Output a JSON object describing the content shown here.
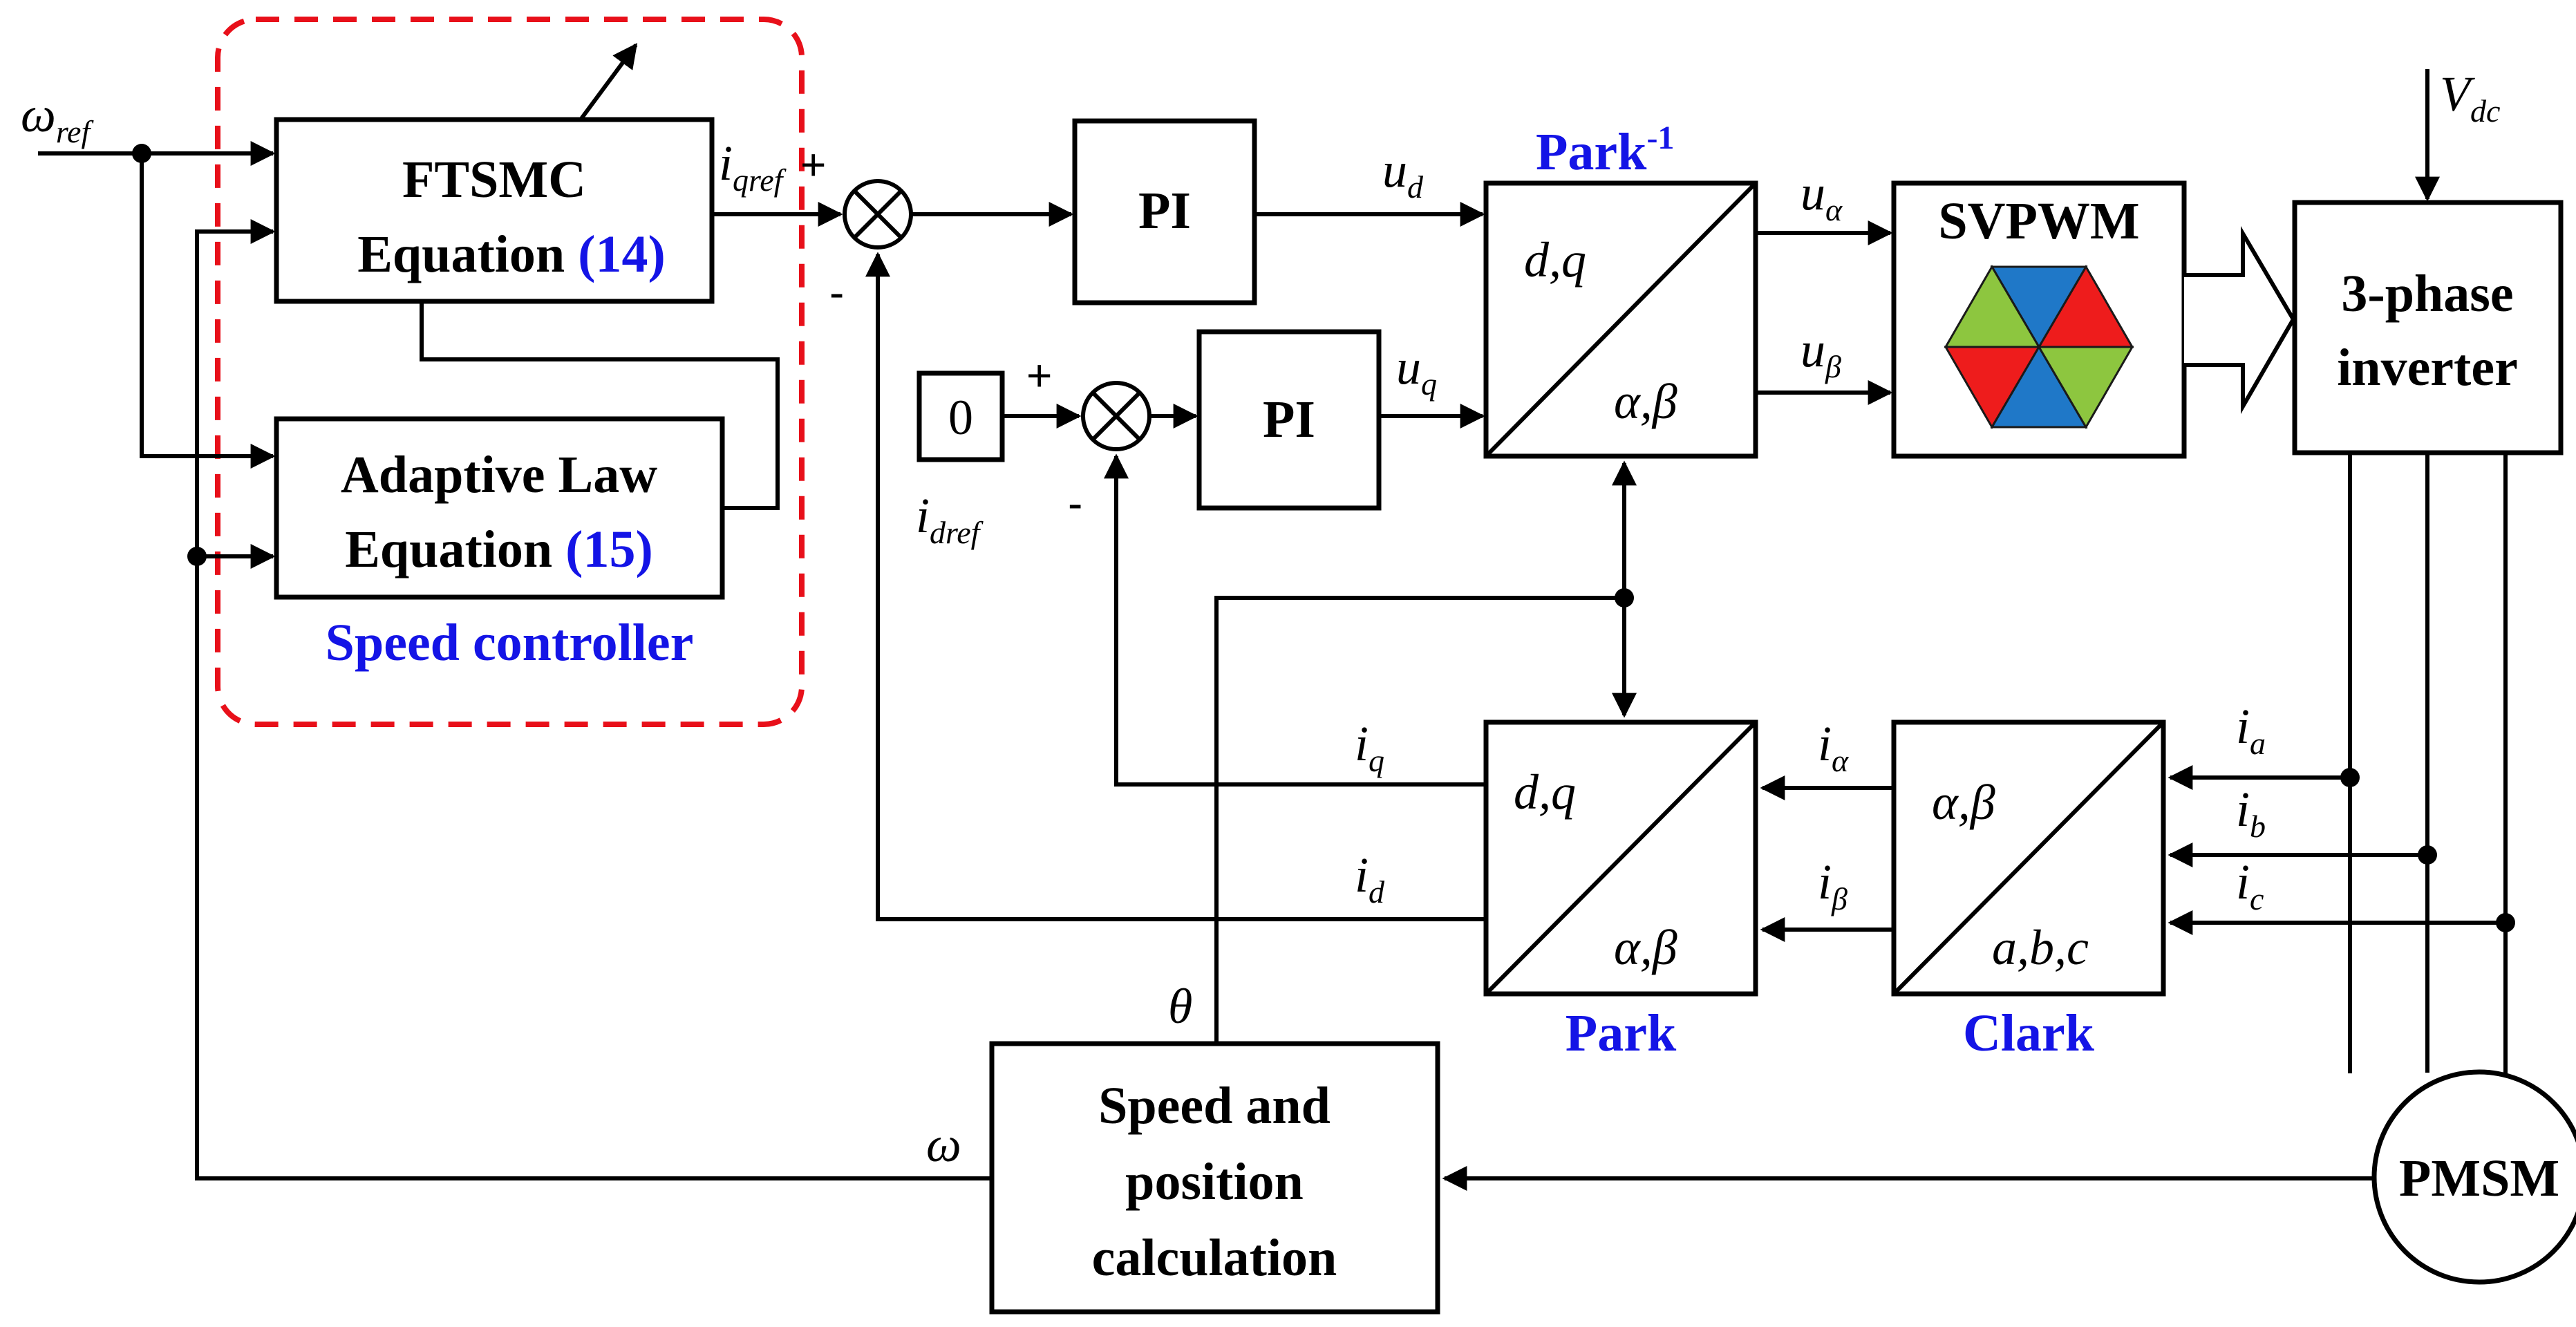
{
  "blocks": {
    "ftsmc": {
      "line1": "FTSMC",
      "line2": "Equation",
      "ref": "(14)"
    },
    "adaptive": {
      "line1": "Adaptive Law",
      "line2": "Equation",
      "ref": "(15)"
    },
    "controller_group": "Speed controller",
    "pi_d": "PI",
    "pi_q": "PI",
    "zero": "0",
    "inv_park": {
      "label": "Park",
      "sup": "-1",
      "top": "d,q",
      "bottom": "α,β"
    },
    "svpwm": "SVPWM",
    "inverter": {
      "line1": "3-phase",
      "line2": "inverter"
    },
    "park": {
      "label": "Park",
      "top": "d,q",
      "bottom": "α,β"
    },
    "clark": {
      "label": "Clark",
      "top": "α,β",
      "bottom": "a,b,c"
    },
    "speed_calc": {
      "line1": "Speed and",
      "line2": "position",
      "line3": "calculation"
    },
    "motor": "PMSM"
  },
  "signals": {
    "omega_ref": {
      "main": "ω",
      "sub": "ref"
    },
    "iqref": {
      "main": "i",
      "sub": "qref"
    },
    "idref": {
      "main": "i",
      "sub": "dref"
    },
    "ud": {
      "main": "u",
      "sub": "d"
    },
    "uq": {
      "main": "u",
      "sub": "q"
    },
    "ualpha": {
      "main": "u",
      "sub": "α"
    },
    "ubeta": {
      "main": "u",
      "sub": "β"
    },
    "vdc": {
      "main": "V",
      "sub": "dc"
    },
    "iq": {
      "main": "i",
      "sub": "q"
    },
    "id": {
      "main": "i",
      "sub": "d"
    },
    "ialpha": {
      "main": "i",
      "sub": "α"
    },
    "ibeta": {
      "main": "i",
      "sub": "β"
    },
    "ia": {
      "main": "i",
      "sub": "a"
    },
    "ib": {
      "main": "i",
      "sub": "b"
    },
    "ic": {
      "main": "i",
      "sub": "c"
    },
    "theta": "θ",
    "omega": "ω"
  },
  "signs": {
    "plus": "+",
    "minus": "-"
  },
  "colors": {
    "label_blue": "#1414e6",
    "dash_red": "#e8101a",
    "hex_green": "#8dc63f",
    "hex_blue": "#1f78c8",
    "hex_red": "#ee1c1c"
  }
}
